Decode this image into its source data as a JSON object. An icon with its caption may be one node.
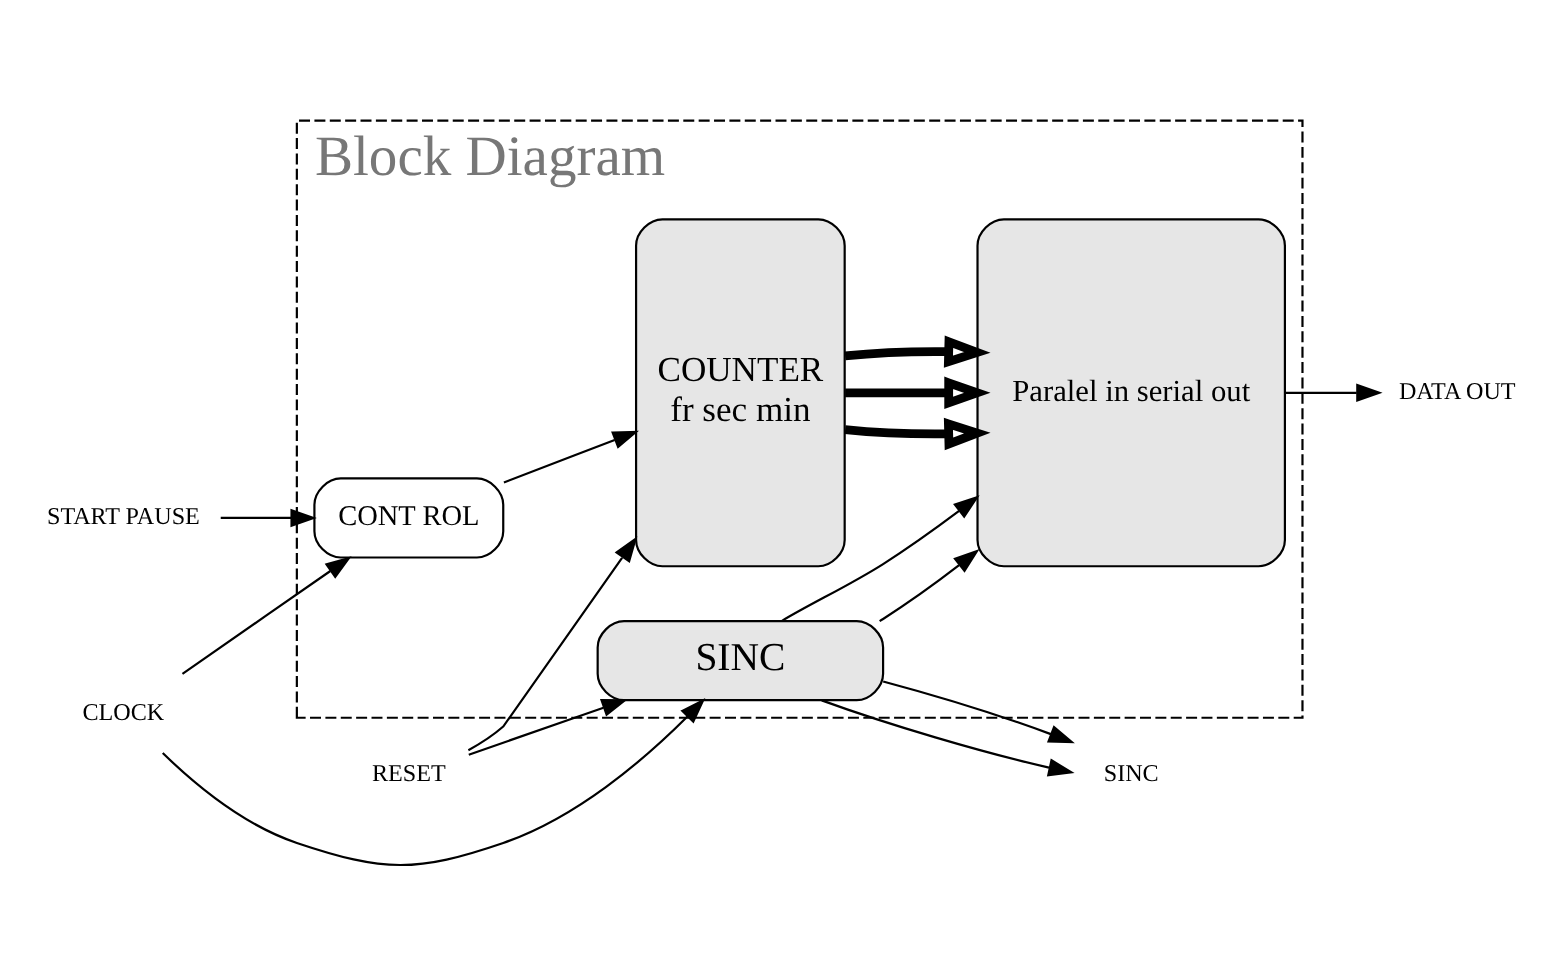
{
  "diagram": {
    "nodes": [
      {
        "text": [
          "Block Diagram"
        ]
      },
      {
        "text": [
          "COUNTER",
          "fr sec min"
        ],
        "in": 0
      },
      {
        "text": [
          "Paralel in serial out"
        ],
        "in": 0
      },
      {
        "text": [
          "START PAUSE"
        ]
      },
      {
        "text": [
          "CONT ROL"
        ],
        "in": 0
      },
      {
        "text": [
          "CLOCK"
        ]
      },
      {
        "text": [
          "RESET"
        ]
      },
      {
        "text": [
          "SINC"
        ],
        "in": 0
      },
      {
        "text": [
          "DATA OUT"
        ]
      },
      {
        "text": [
          "SINC"
        ]
      }
    ],
    "edges": [
      {
        "from": 3,
        "to": 4,
        "arrow": "to"
      },
      {
        "from": 5,
        "to": 4,
        "arrow": "to"
      },
      {
        "from": 5,
        "to": 7,
        "arrow": "to"
      },
      {
        "from": 4,
        "to": 1,
        "arrow": "to"
      },
      {
        "from": 6,
        "to": 7,
        "arrow": "to"
      },
      {
        "from": 6,
        "to": 1,
        "arrow": "to"
      },
      {
        "from": 1,
        "to": 2,
        "arrow": "to",
        "style": "thick"
      },
      {
        "from": 1,
        "to": 2,
        "arrow": "to",
        "style": "thick"
      },
      {
        "from": 1,
        "to": 2,
        "arrow": "to",
        "style": "thick"
      },
      {
        "from": 7,
        "to": 2,
        "arrow": "to"
      },
      {
        "from": 7,
        "to": 2,
        "arrow": "to"
      },
      {
        "from": 2,
        "to": 8,
        "arrow": "to"
      },
      {
        "from": 7,
        "to": 9,
        "arrow": "to"
      },
      {
        "from": 7,
        "to": 9,
        "arrow": "to"
      }
    ]
  }
}
